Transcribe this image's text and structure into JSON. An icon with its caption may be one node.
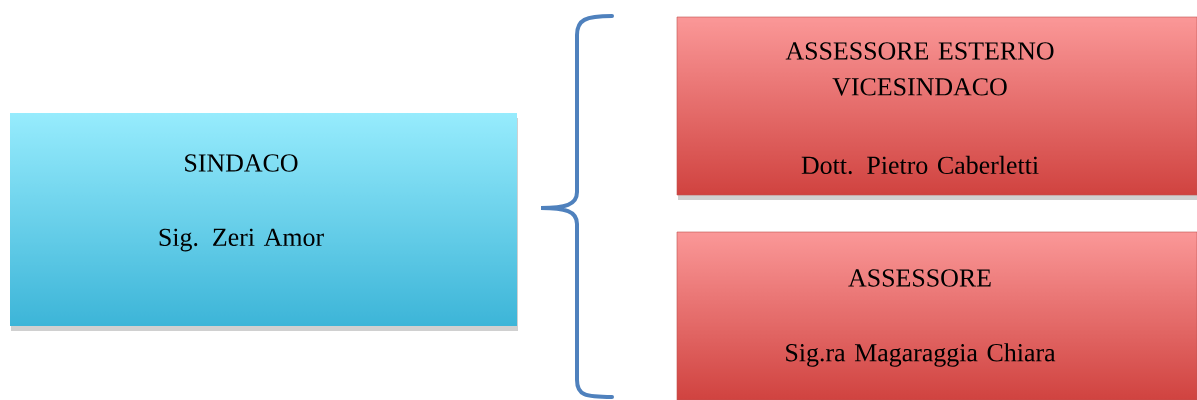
{
  "diagram": {
    "nodes": [
      {
        "text": [
          "SINDACO",
          "Sig. Zeri Amor"
        ]
      },
      {
        "text": [
          "ASSESSORE ESTERNO VICESINDACO",
          "Dott. Pietro Caberletti"
        ]
      },
      {
        "text": [
          "ASSESSORE",
          "Sig.ra Magaraggia Chiara"
        ]
      }
    ]
  }
}
